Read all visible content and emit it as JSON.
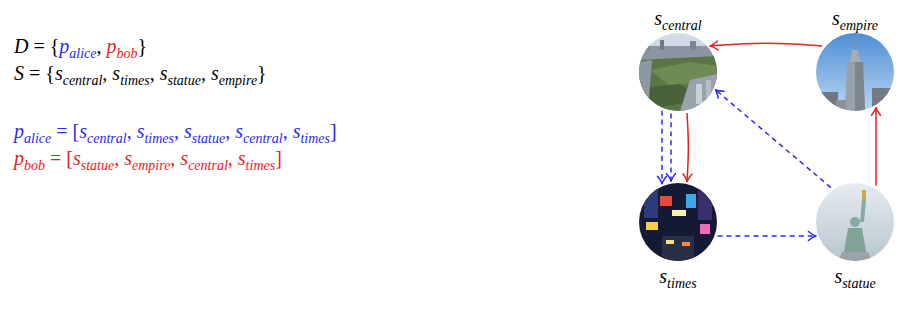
{
  "diagram": {
    "nodes": [
      {
        "text": [
          "scentral"
        ]
      },
      {
        "text": [
          "sempire"
        ]
      },
      {
        "text": [
          "stimes"
        ]
      },
      {
        "text": [
          "sstatue"
        ]
      }
    ],
    "edges": [
      {
        "from": 0,
        "to": 2,
        "arrow": "to"
      },
      {
        "from": 2,
        "to": 3,
        "arrow": "to"
      },
      {
        "from": 3,
        "to": 0,
        "arrow": "to"
      },
      {
        "from": 0,
        "to": 2,
        "arrow": "to"
      },
      {
        "from": 3,
        "to": 1,
        "arrow": "to"
      },
      {
        "from": 1,
        "to": 0,
        "arrow": "to"
      },
      {
        "from": 0,
        "to": 2,
        "arrow": "to"
      }
    ],
    "labels": [
      "D = {palice, pbob}",
      "S = {scentral, stimes, sstatue, sempire}",
      "palice = [scentral, stimes, sstatue, scentral, stimes]",
      "pbob = [sstatue, sempire, scentral, stimes]"
    ]
  }
}
